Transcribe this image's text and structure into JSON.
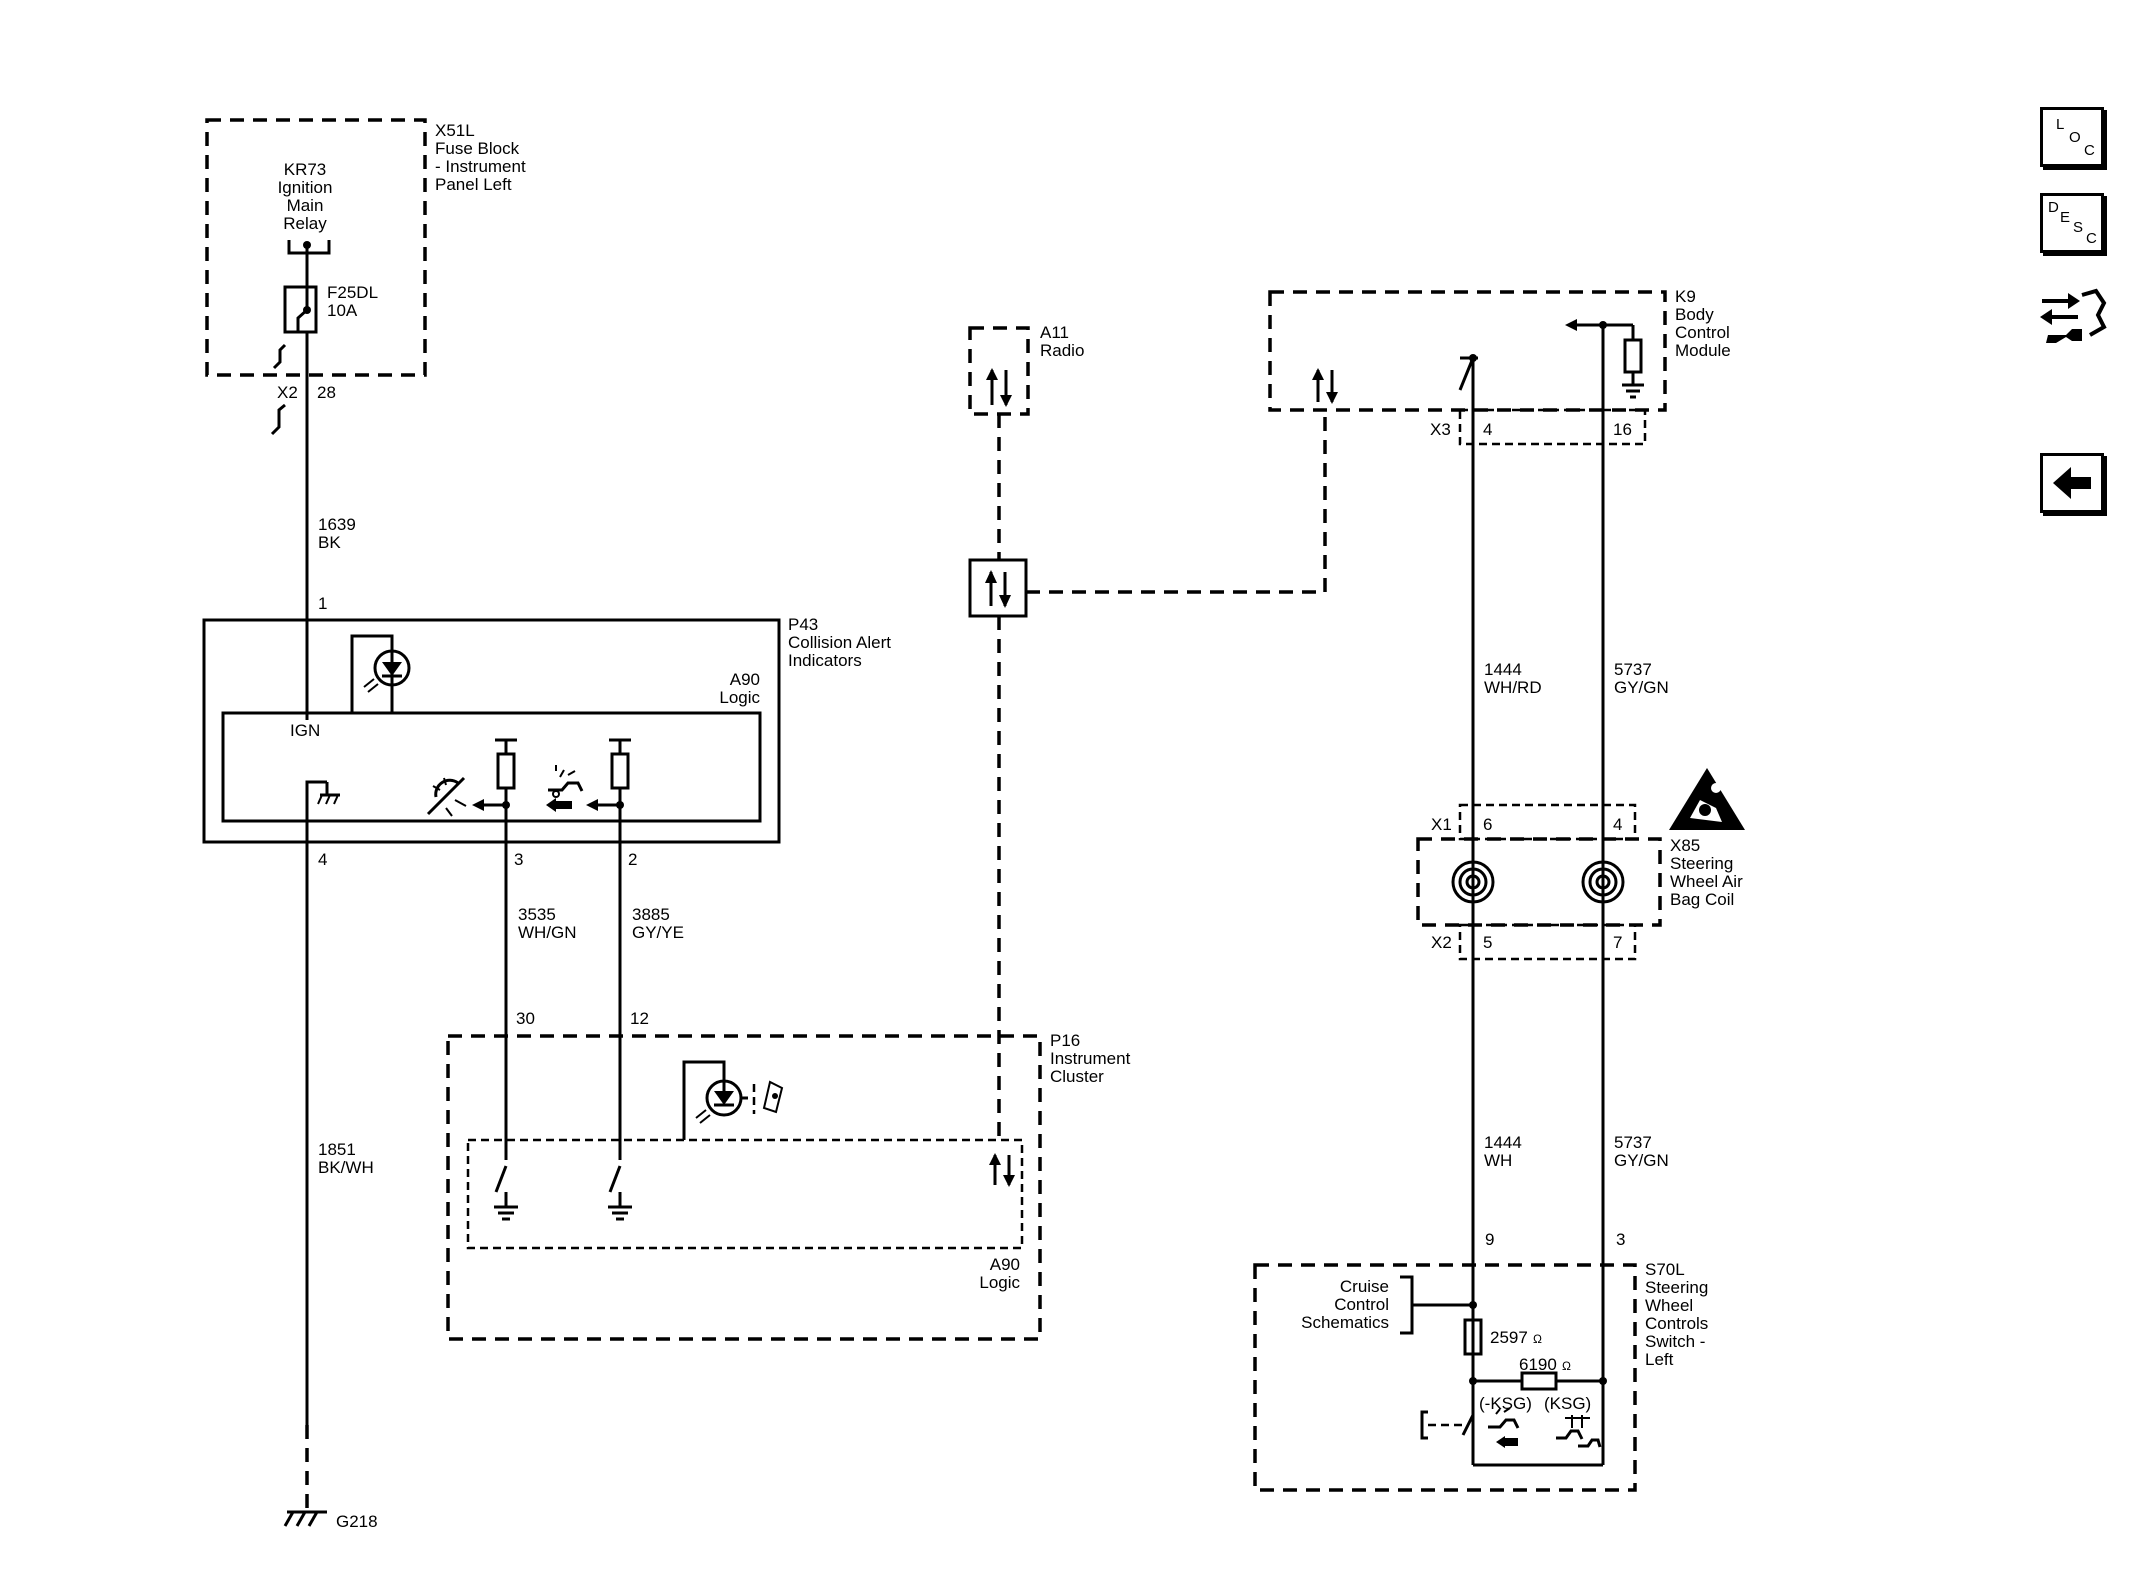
{
  "nav": {
    "loc": {
      "c1": "L",
      "c2": "O",
      "c3": "C"
    },
    "desc": {
      "c1": "D",
      "c2": "E",
      "c3": "S",
      "c4": "C"
    },
    "tools_icon": "connector-tool-icon",
    "back_icon": "arrow-left-icon"
  },
  "components": {
    "x51l": {
      "ref": "X51L",
      "line1": "Fuse Block",
      "line2": "- Instrument",
      "line3": "Panel Left"
    },
    "kr73": {
      "ref": "KR73",
      "line1": "Ignition",
      "line2": "Main",
      "line3": "Relay"
    },
    "f25dl": {
      "ref": "F25DL",
      "rating": "10A"
    },
    "p43": {
      "ref": "P43",
      "line1": "Collision Alert",
      "line2": "Indicators"
    },
    "p43_logic": {
      "ref": "A90",
      "name": "Logic",
      "ign": "IGN"
    },
    "a11": {
      "ref": "A11",
      "name": "Radio"
    },
    "k9": {
      "ref": "K9",
      "line1": "Body",
      "line2": "Control",
      "line3": "Module"
    },
    "x85": {
      "ref": "X85",
      "line1": "Steering",
      "line2": "Wheel Air",
      "line3": "Bag Coil"
    },
    "p16": {
      "ref": "P16",
      "line1": "Instrument",
      "line2": "Cluster"
    },
    "p16_logic": {
      "ref": "A90",
      "name": "Logic"
    },
    "s70l": {
      "ref": "S70L",
      "line1": "Steering",
      "line2": "Wheel",
      "line3": "Controls",
      "line4": "Switch -",
      "line5": "Left"
    },
    "cruise": {
      "line1": "Cruise",
      "line2": "Control",
      "line3": "Schematics"
    },
    "r1": {
      "value": "2597",
      "unit": "Ω"
    },
    "r2": {
      "value": "6190",
      "unit": "Ω"
    },
    "ksg_neg": "(-KSG)",
    "ksg_pos": "(KSG)",
    "ground": "G218"
  },
  "connectors": {
    "x2_left": "X2",
    "x3": "X3",
    "x1": "X1",
    "x2_right": "X2"
  },
  "pins": {
    "x2_28": "28",
    "p43_1": "1",
    "p43_4": "4",
    "p43_3": "3",
    "p43_2": "2",
    "p16_30": "30",
    "p16_12": "12",
    "k9_4": "4",
    "k9_16": "16",
    "x1_6": "6",
    "x1_4": "4",
    "x2_5": "5",
    "x2_7": "7",
    "s70l_9": "9",
    "s70l_3": "3"
  },
  "wires": {
    "w1639": {
      "circuit": "1639",
      "color": "BK"
    },
    "w1851": {
      "circuit": "1851",
      "color": "BK/WH"
    },
    "w3535": {
      "circuit": "3535",
      "color": "WH/GN"
    },
    "w3885": {
      "circuit": "3885",
      "color": "GY/YE"
    },
    "w1444a": {
      "circuit": "1444",
      "color": "WH/RD"
    },
    "w5737a": {
      "circuit": "5737",
      "color": "GY/GN"
    },
    "w1444b": {
      "circuit": "1444",
      "color": "WH"
    },
    "w5737b": {
      "circuit": "5737",
      "color": "GY/GN"
    }
  }
}
